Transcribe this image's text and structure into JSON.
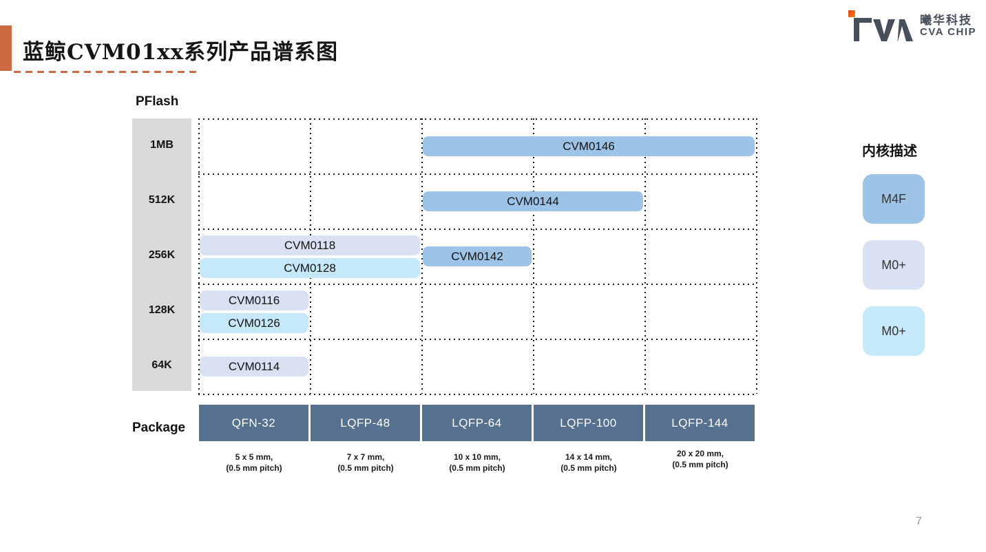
{
  "header": {
    "title": "蓝鲸CVM01xx系列产品谱系图",
    "accent_color": "#cd6a42"
  },
  "logo": {
    "mark": "CVA",
    "company_cn": "曦华科技",
    "company_en": "CVA CHIP",
    "mark_color": "#474f5c",
    "dot_color": "#e8561c"
  },
  "chart_data": {
    "type": "matrix",
    "title": "蓝鲸CVM01xx系列产品谱系图",
    "y_axis": {
      "label": "PFlash",
      "levels": [
        "1MB",
        "512K",
        "256K",
        "128K",
        "64K"
      ]
    },
    "x_axis": {
      "label": "Package",
      "packages": [
        {
          "name": "QFN-32",
          "size": "5 x 5 mm,",
          "pitch": "(0.5 mm pitch)"
        },
        {
          "name": "LQFP-48",
          "size": "7 x 7 mm,",
          "pitch": "(0.5 mm pitch)"
        },
        {
          "name": "LQFP-64",
          "size": "10 x 10 mm,",
          "pitch": "(0.5 mm pitch)"
        },
        {
          "name": "LQFP-100",
          "size": "14 x 14 mm,",
          "pitch": "(0.5 mm pitch)"
        },
        {
          "name": "LQFP-144",
          "size": "20 x 20 mm,",
          "pitch": "(0.5 mm pitch)"
        }
      ]
    },
    "products": [
      {
        "name": "CVM0146",
        "core": "M4F",
        "pflash": "1MB",
        "package_start": "LQFP-64",
        "package_end": "LQFP-144",
        "row": 0,
        "col_start": 2,
        "col_end": 4,
        "slot": "single",
        "color": "m4f"
      },
      {
        "name": "CVM0144",
        "core": "M4F",
        "pflash": "512K",
        "package_start": "LQFP-64",
        "package_end": "LQFP-100",
        "row": 1,
        "col_start": 2,
        "col_end": 3,
        "slot": "single",
        "color": "m4f"
      },
      {
        "name": "CVM0118",
        "core": "M0+",
        "pflash": "256K",
        "package_start": "QFN-32",
        "package_end": "LQFP-48",
        "row": 2,
        "col_start": 0,
        "col_end": 1,
        "slot": "top",
        "color": "m0p_lavender"
      },
      {
        "name": "CVM0128",
        "core": "M0+",
        "pflash": "256K",
        "package_start": "QFN-32",
        "package_end": "LQFP-48",
        "row": 2,
        "col_start": 0,
        "col_end": 1,
        "slot": "bottom",
        "color": "m0p_cyan"
      },
      {
        "name": "CVM0142",
        "core": "M4F",
        "pflash": "256K",
        "package_start": "LQFP-64",
        "package_end": "LQFP-64",
        "row": 2,
        "col_start": 2,
        "col_end": 2,
        "slot": "single",
        "color": "m4f"
      },
      {
        "name": "CVM0116",
        "core": "M0+",
        "pflash": "128K",
        "package_start": "QFN-32",
        "package_end": "QFN-32",
        "row": 3,
        "col_start": 0,
        "col_end": 0,
        "slot": "top",
        "color": "m0p_lavender"
      },
      {
        "name": "CVM0126",
        "core": "M0+",
        "pflash": "128K",
        "package_start": "QFN-32",
        "package_end": "QFN-32",
        "row": 3,
        "col_start": 0,
        "col_end": 0,
        "slot": "bottom",
        "color": "m0p_cyan"
      },
      {
        "name": "CVM0114",
        "core": "M0+",
        "pflash": "64K",
        "package_start": "QFN-32",
        "package_end": "QFN-32",
        "row": 4,
        "col_start": 0,
        "col_end": 0,
        "slot": "single",
        "color": "m0p_lavender"
      }
    ],
    "legend": {
      "title": "内核描述",
      "items": [
        {
          "label": "M4F",
          "color": "m4f"
        },
        {
          "label": "M0+",
          "color": "m0p_lavender"
        },
        {
          "label": "M0+",
          "color": "m0p_cyan"
        }
      ]
    },
    "colors": {
      "m4f": "#9dc3e6",
      "m0p_lavender": "#d9e2f3",
      "m0p_cyan": "#c5e8fa",
      "package_header": "#55718f",
      "axis_column": "#d9d9d9",
      "grid_dots": "#161616"
    }
  },
  "footer": {
    "page_number": "7"
  }
}
